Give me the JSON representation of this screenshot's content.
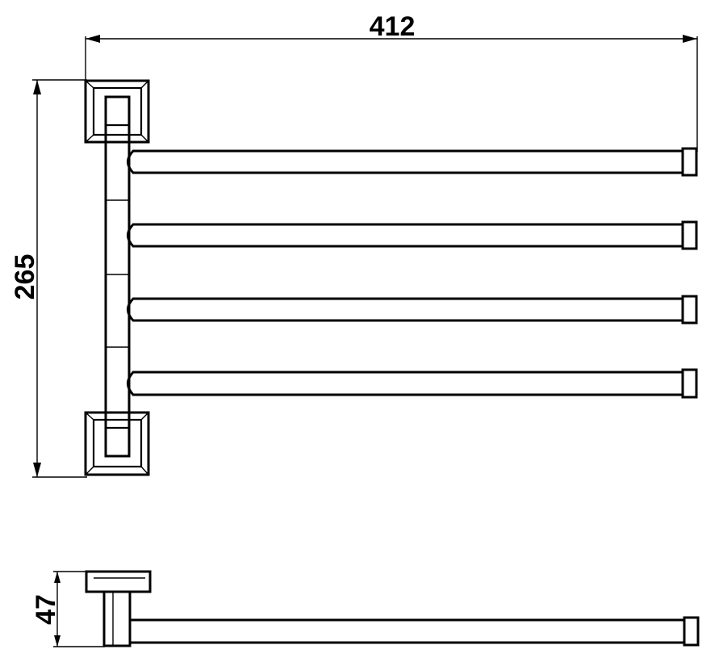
{
  "dimensions": {
    "width_label": "412",
    "height_label": "265",
    "depth_label": "47"
  },
  "rails": {
    "count": 4
  },
  "colors": {
    "line": "#000000",
    "background": "#ffffff"
  }
}
